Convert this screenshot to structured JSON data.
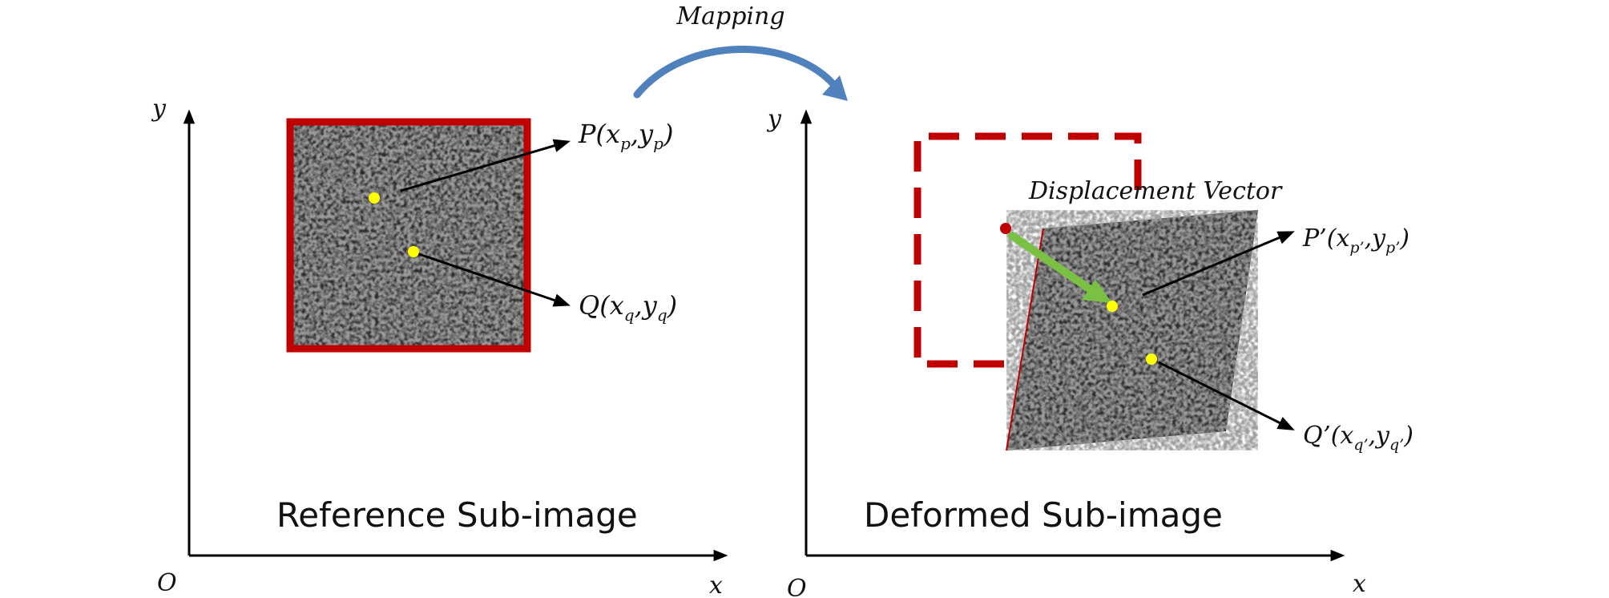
{
  "mapping_label": "Mapping",
  "displacement_label": "Displacement Vector",
  "colors": {
    "frame": "#c00000",
    "mapping_arrow": "#4f81bd",
    "displacement_arrow": "#7ac143",
    "marker": "#ffff00",
    "axis": "#000000"
  },
  "left_panel": {
    "caption": "Reference Sub-image",
    "axis": {
      "origin": "O",
      "x": "x",
      "y": "y"
    },
    "points": [
      {
        "name": "P",
        "sub1": "p",
        "sub2": "p"
      },
      {
        "name": "Q",
        "sub1": "q",
        "sub2": "q"
      }
    ]
  },
  "right_panel": {
    "caption": "Deformed Sub-image",
    "axis": {
      "origin": "O",
      "x": "x",
      "y": "y"
    },
    "points": [
      {
        "name": "P’",
        "sub1": "p’",
        "sub2": "p’"
      },
      {
        "name": "Q’",
        "sub1": "q’",
        "sub2": "q’"
      }
    ]
  }
}
